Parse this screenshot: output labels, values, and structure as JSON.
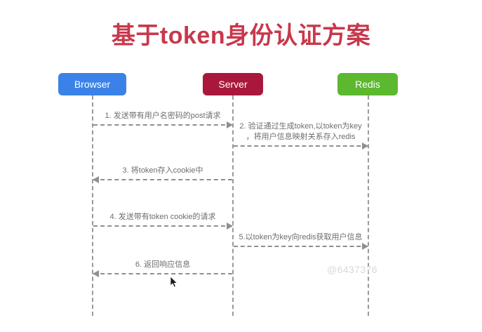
{
  "diagram": {
    "title": "基于token身份认证方案",
    "title_color": "#c8384b",
    "background_color": "#ffffff",
    "participants": [
      {
        "name": "Browser",
        "color": "#3b82e8"
      },
      {
        "name": "Server",
        "color": "#a9183c"
      },
      {
        "name": "Redis",
        "color": "#5cb82e"
      }
    ],
    "messages": [
      {
        "index": "1",
        "label": "1. 发送带有用户名密码的post请求",
        "from": "Browser",
        "to": "Server",
        "direction": "right"
      },
      {
        "index": "2",
        "label": "2. 验证通过生成token,以token为key\n，将用户信息映射关系存入redis",
        "from": "Server",
        "to": "Redis",
        "direction": "right"
      },
      {
        "index": "3",
        "label": "3. 将token存入cookie中",
        "from": "Server",
        "to": "Browser",
        "direction": "left"
      },
      {
        "index": "4",
        "label": "4. 发送带有token cookie的请求",
        "from": "Browser",
        "to": "Server",
        "direction": "right"
      },
      {
        "index": "5",
        "label": "5.以token为key向redis获取用户信息",
        "from": "Server",
        "to": "Redis",
        "direction": "right"
      },
      {
        "index": "6",
        "label": "6. 返回响应信息",
        "from": "Server",
        "to": "Browser",
        "direction": "left"
      }
    ],
    "watermark": "@6437376"
  }
}
